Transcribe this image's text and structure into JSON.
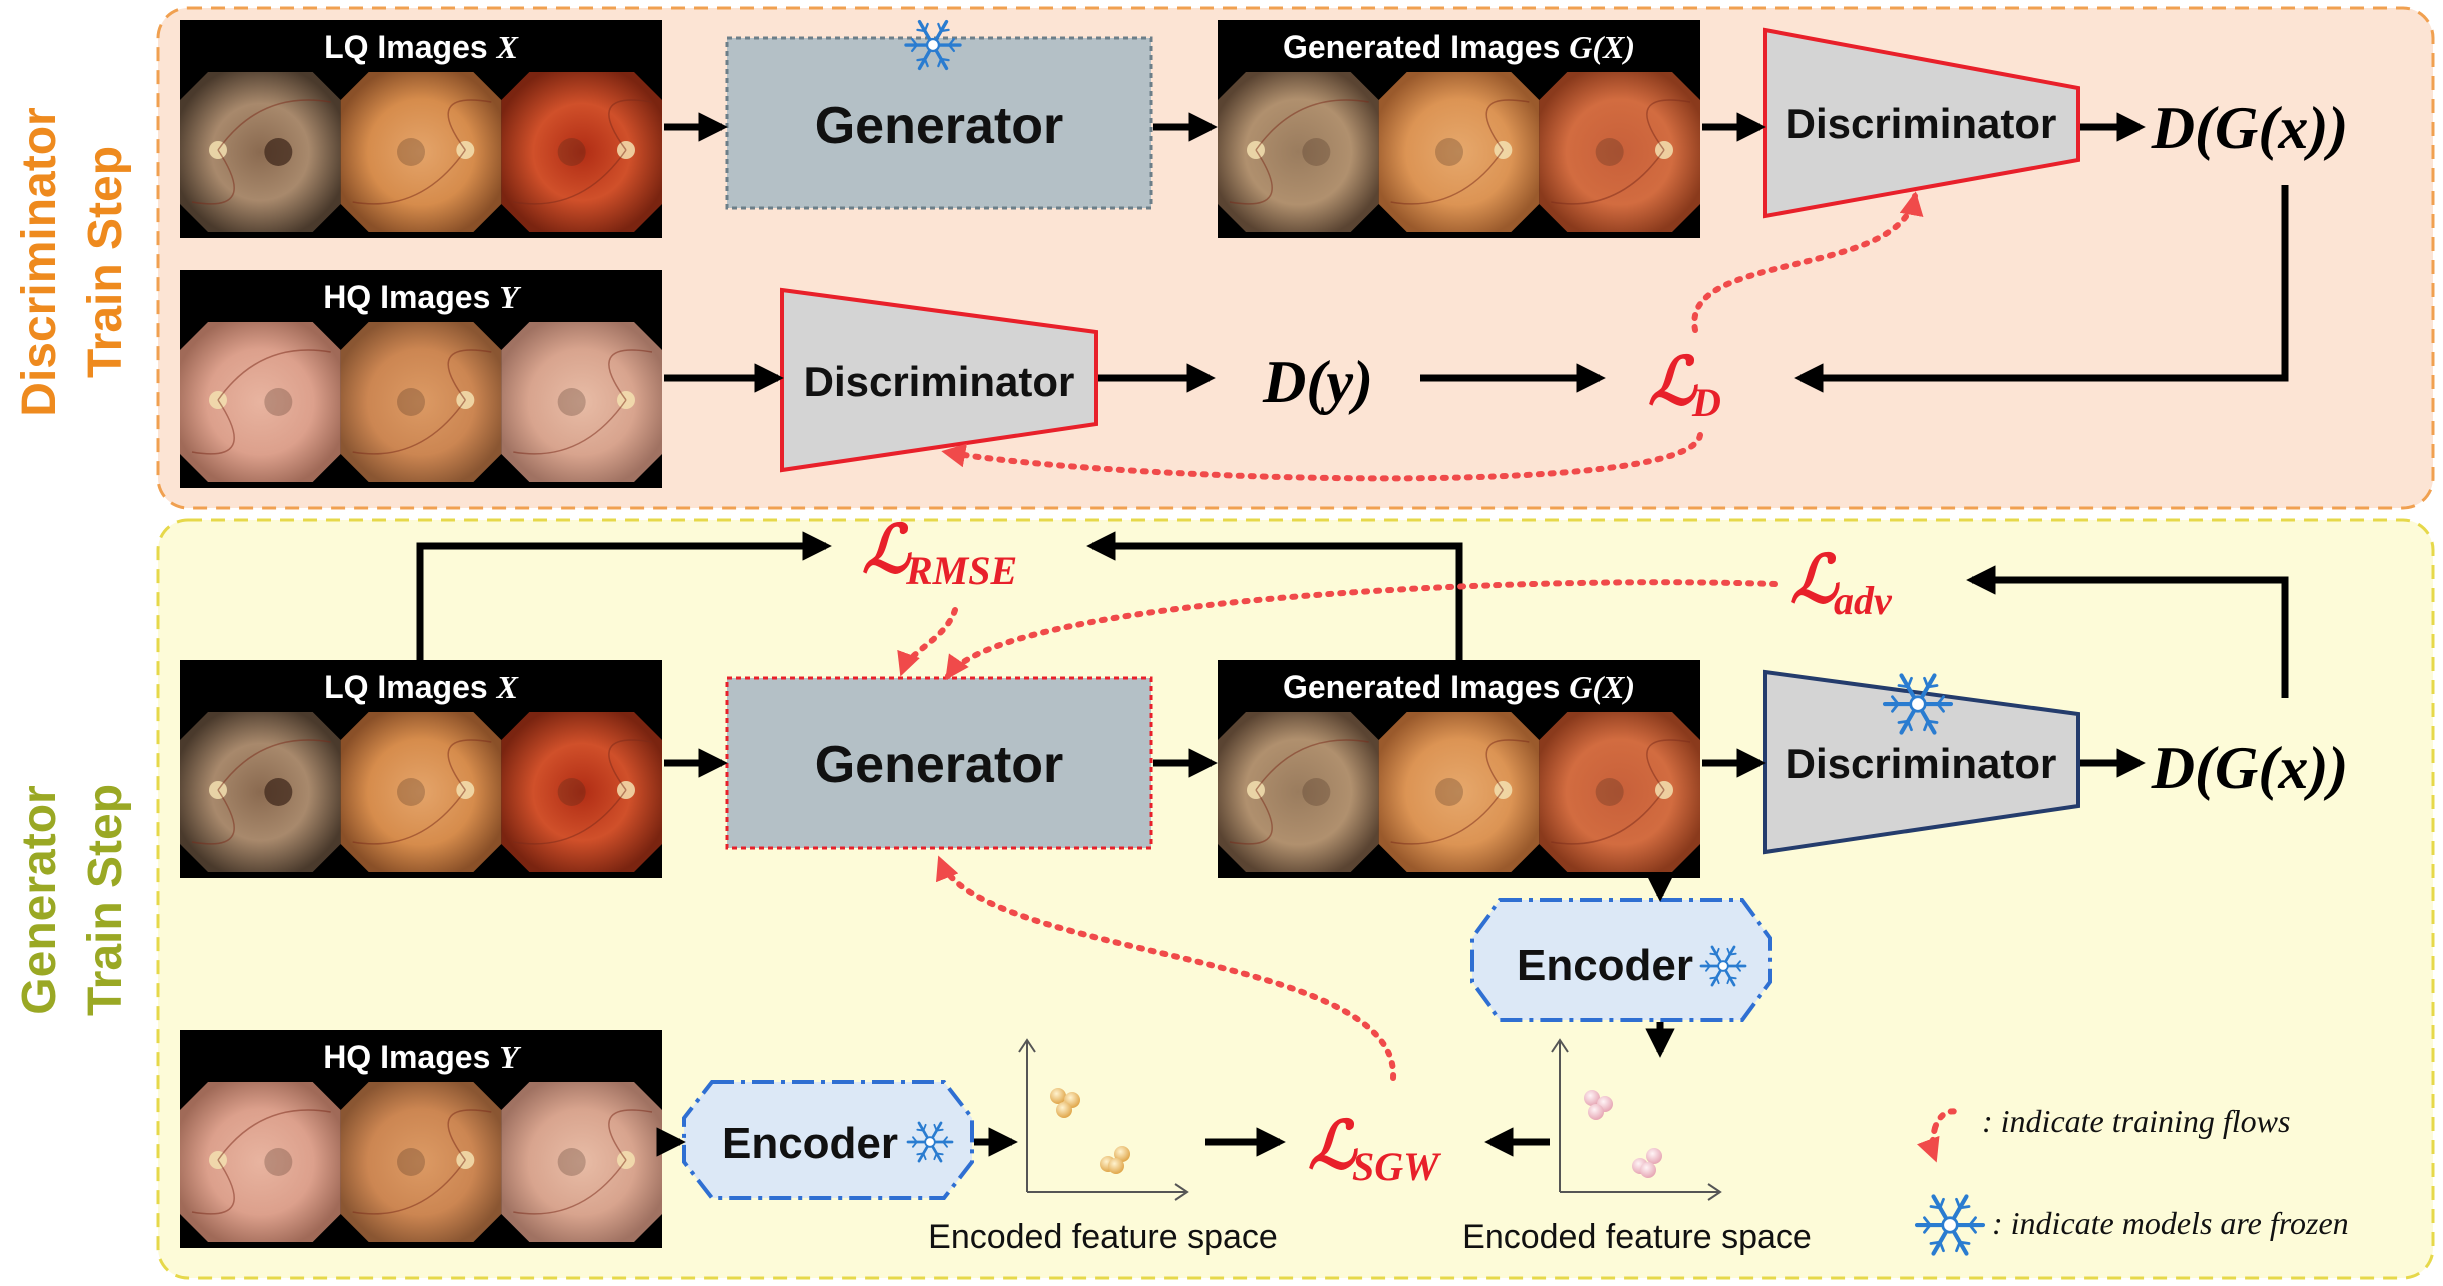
{
  "sections": {
    "disc_step": {
      "line1": "Discriminator",
      "line2": "Train Step"
    },
    "gen_step": {
      "line1": "Generator",
      "line2": "Train Step"
    }
  },
  "strips": {
    "lq_top": {
      "label": "LQ Images",
      "var": "X"
    },
    "gen_top": {
      "label": "Generated Images",
      "var": "G(X)"
    },
    "hq_top": {
      "label": "HQ Images",
      "var": "Y"
    },
    "lq_mid": {
      "label": "LQ Images",
      "var": "X"
    },
    "gen_mid": {
      "label": "Generated Images",
      "var": "G(X)"
    },
    "hq_bot": {
      "label": "HQ Images",
      "var": "Y"
    }
  },
  "blocks": {
    "generator_top": "Generator",
    "discriminator_top": "Discriminator",
    "discriminator_hq": "Discriminator",
    "generator_mid": "Generator",
    "discriminator_mid": "Discriminator",
    "encoder_mid": "Encoder",
    "encoder_bot": "Encoder"
  },
  "outputs": {
    "dgx_top": "D(G(x))",
    "dy": "D(y)",
    "dgx_mid": "D(G(x))"
  },
  "losses": {
    "ld": {
      "sym": "ℒ",
      "sub": "D"
    },
    "lrmse": {
      "sym": "ℒ",
      "sub": "RMSE"
    },
    "ladv": {
      "sym": "ℒ",
      "sub": "adv"
    },
    "lsgw": {
      "sym": "ℒ",
      "sub": "SGW"
    }
  },
  "feature_spaces": {
    "left": "Encoded feature space",
    "right": "Encoded feature space"
  },
  "legend": {
    "training_flow": ": indicate training flows",
    "frozen": ": indicate models are frozen"
  },
  "colors": {
    "disc_bg": "#fce4d4",
    "disc_border": "#f0a050",
    "gen_bg": "#fdfbd8",
    "gen_border": "#e6d84a",
    "disc_title": "#ee8a1e",
    "gen_title": "#9aa824",
    "loss_red": "#e8202a",
    "flow_red": "#f04a4a",
    "block_grey": "#b4c0c6",
    "trap_grey": "#d4d4d4",
    "trap_red": "#e8202a",
    "trap_navy": "#243c6c",
    "encoder_blue": "#2f6fd2",
    "encoder_fill": "#dce8f6",
    "snow_blue": "#2a7cd0"
  }
}
